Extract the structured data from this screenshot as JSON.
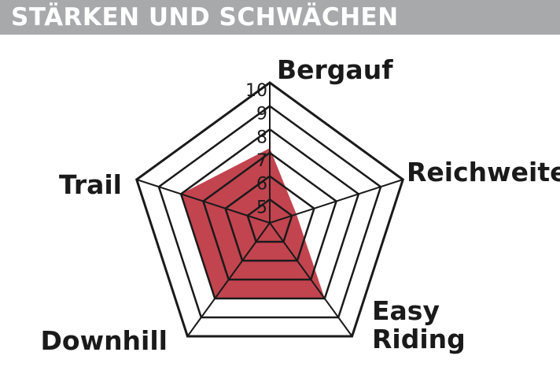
{
  "header": {
    "title": "STÄRKEN UND SCHWÄCHEN"
  },
  "colors": {
    "header_bg": "#a7a9ab",
    "header_text": "#ffffff",
    "fill": "#c2444f",
    "grid": "#1a1a1a"
  },
  "chart_data": {
    "type": "radar",
    "axes": [
      "Bergauf",
      "Reichweite",
      "Easy Riding",
      "Downhill",
      "Trail"
    ],
    "axis_label_lines": [
      [
        "Bergauf"
      ],
      [
        "Reichweite"
      ],
      [
        "Easy",
        "Riding"
      ],
      [
        "Downhill"
      ],
      [
        "Trail"
      ]
    ],
    "scale": {
      "min": 4,
      "max": 10,
      "ticks": [
        5,
        6,
        7,
        8,
        9,
        10
      ]
    },
    "values": [
      7.2,
      5.2,
      8.0,
      8.0,
      8.0
    ]
  }
}
